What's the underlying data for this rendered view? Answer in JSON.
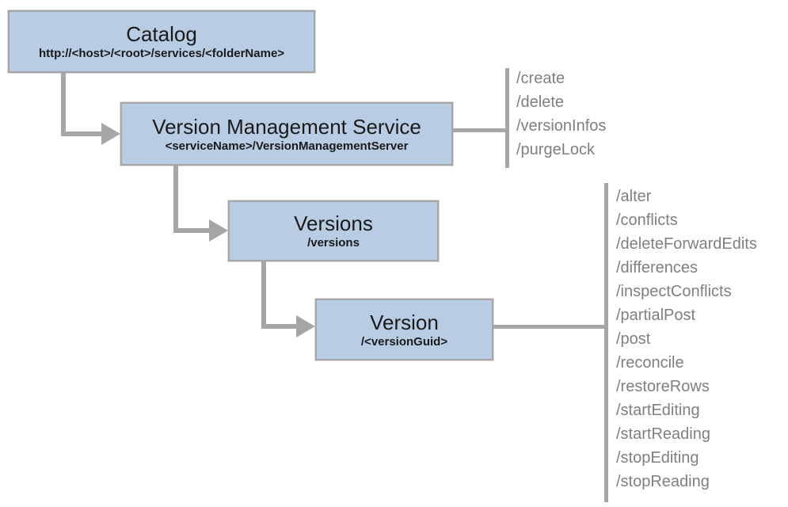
{
  "diagram": {
    "boxes": [
      {
        "id": "catalog",
        "title": "Catalog",
        "subtitle": "http://<host>/<root>/services/<folderName>"
      },
      {
        "id": "version-management-service",
        "title": "Version Management Service",
        "subtitle": "<serviceName>/VersionManagementServer"
      },
      {
        "id": "versions",
        "title": "Versions",
        "subtitle": "/versions"
      },
      {
        "id": "version",
        "title": "Version",
        "subtitle": "/<versionGuid>"
      }
    ],
    "operation_lists": [
      {
        "for": "version-management-service",
        "items": [
          "/create",
          "/delete",
          "/versionInfos",
          "/purgeLock"
        ]
      },
      {
        "for": "version",
        "items": [
          "/alter",
          "/conflicts",
          "/deleteForwardEdits",
          "/differences",
          "/inspectConflicts",
          "/partialPost",
          "/post",
          "/reconcile",
          "/restoreRows",
          "/startEditing",
          "/startReading",
          "/stopEditing",
          "/stopReading"
        ]
      }
    ],
    "colors": {
      "box_fill": "#b8cce4",
      "box_border": "#a6a6a6",
      "connector": "#a6a6a6",
      "operation_text": "#7f7f7f",
      "title_text": "#1a1a1a"
    }
  }
}
